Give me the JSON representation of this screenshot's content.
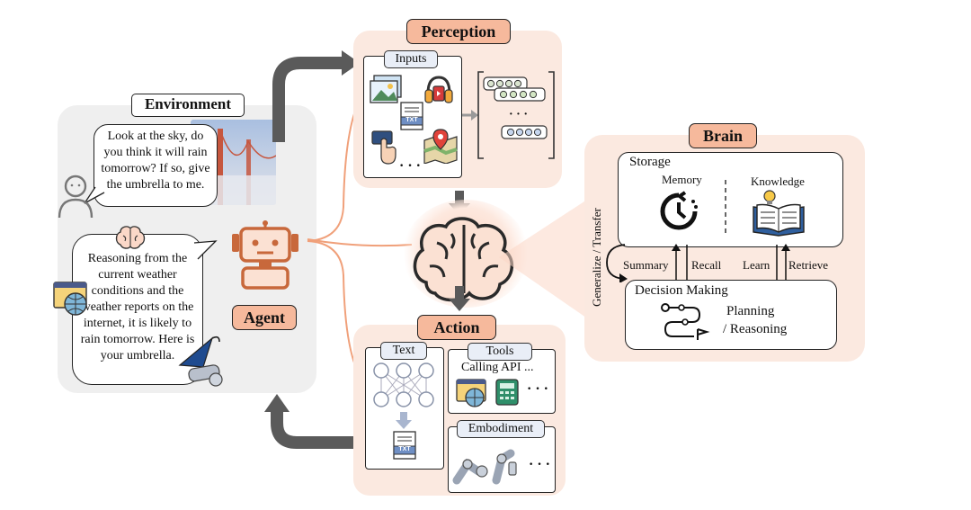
{
  "environment": {
    "title": "Environment",
    "question": "Look at the sky, do you think it will rain tomorrow? If so, give the umbrella to me.",
    "answer": "Reasoning from the current weather conditions and the weather reports on the internet, it is likely to rain tomorrow. Here is your umbrella.",
    "agent_label": "Agent"
  },
  "perception": {
    "title": "Perception",
    "inputs_label": "Inputs",
    "ellipsis": "· · ·",
    "dots": "· · ·"
  },
  "brain": {
    "title": "Brain",
    "storage_label": "Storage",
    "memory_label": "Memory",
    "knowledge_label": "Knowledge",
    "summary_label": "Summary",
    "recall_label": "Recall",
    "learn_label": "Learn",
    "retrieve_label": "Retrieve",
    "generalize_label": "Generalize / Transfer",
    "decision_label": "Decision Making",
    "planning_label": "Planning",
    "reasoning_label": "/ Reasoning"
  },
  "action": {
    "title": "Action",
    "text_label": "Text",
    "tools_label": "Tools",
    "calling_api": "Calling API ...",
    "tools_more": "· · ·",
    "embodiment_label": "Embodiment",
    "embodiment_more": "· · ·",
    "txt_icon": "TXT"
  },
  "colors": {
    "accent": "#f6b99c",
    "panel_peach": "#fbe9e0",
    "panel_gray": "#efefef",
    "agent_orange": "#c8683b",
    "arrow_gray": "#5a5a5a"
  }
}
